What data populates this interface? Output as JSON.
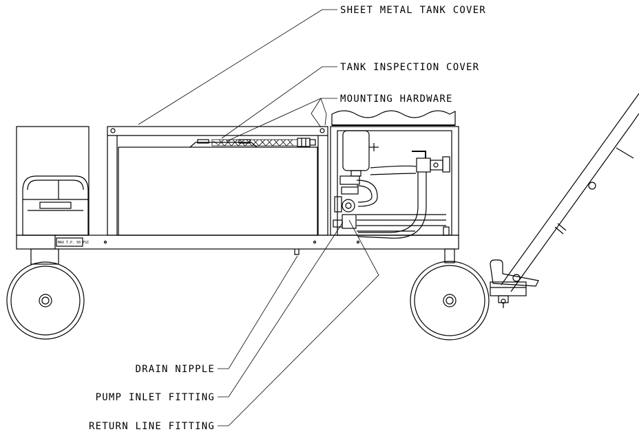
{
  "labels": {
    "sheet_metal_tank_cover": "SHEET METAL TANK COVER",
    "tank_inspection_cover": "TANK INSPECTION COVER",
    "mounting_hardware": "MOUNTING HARDWARE",
    "drain_nipple": "DRAIN NIPPLE",
    "pump_inlet_fitting": "PUMP INLET FITTING",
    "return_line_fitting": "RETURN LINE FITTING"
  },
  "nameplate": "MAX T.P. 50 PSI"
}
